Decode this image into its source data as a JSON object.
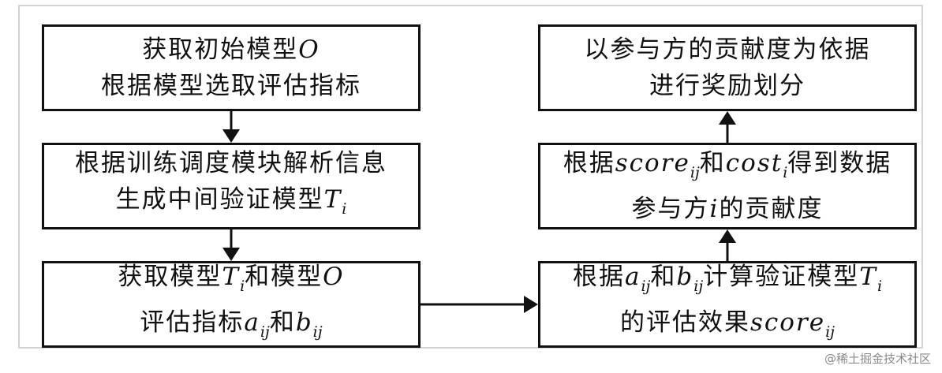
{
  "boxes": {
    "b1": {
      "line1": "获取初始模型",
      "line1_var": "O",
      "line2": "根据模型选取评估指标"
    },
    "b2": {
      "line1": "根据训练调度模块解析信息",
      "line2": "生成中间验证模型",
      "line2_var": "T",
      "line2_sub": "i"
    },
    "b3": {
      "l1a": "获取模型",
      "l1_var": "T",
      "l1_sub": "i",
      "l1b": "和模型",
      "l1_var2": "O",
      "l2a": "评估指标",
      "l2_var": "a",
      "l2_sub": "ij",
      "l2b": "和",
      "l2_var2": "b",
      "l2_sub2": "ij"
    },
    "b4": {
      "line1": "以参与方的贡献度为依据",
      "line2": "进行奖励划分"
    },
    "b5": {
      "l1a": "根据",
      "l1_var": "score",
      "l1_sub": "ij",
      "l1b": "和",
      "l1_var2": "cost",
      "l1_sub2": "i",
      "l1c": "得到数据",
      "l2a": "参与方",
      "l2_var": "i",
      "l2b": "的贡献度"
    },
    "b6": {
      "l1a": "根据",
      "l1_var": "a",
      "l1_sub": "ij",
      "l1b": "和",
      "l1_var2": "b",
      "l1_sub2": "ij",
      "l1c": "计算验证模型",
      "l1_var3": "T",
      "l1_sub3": "i",
      "l2a": "的评估效果",
      "l2_var": "score",
      "l2_sub": "ij"
    }
  },
  "watermark": "@稀土掘金技术社区"
}
